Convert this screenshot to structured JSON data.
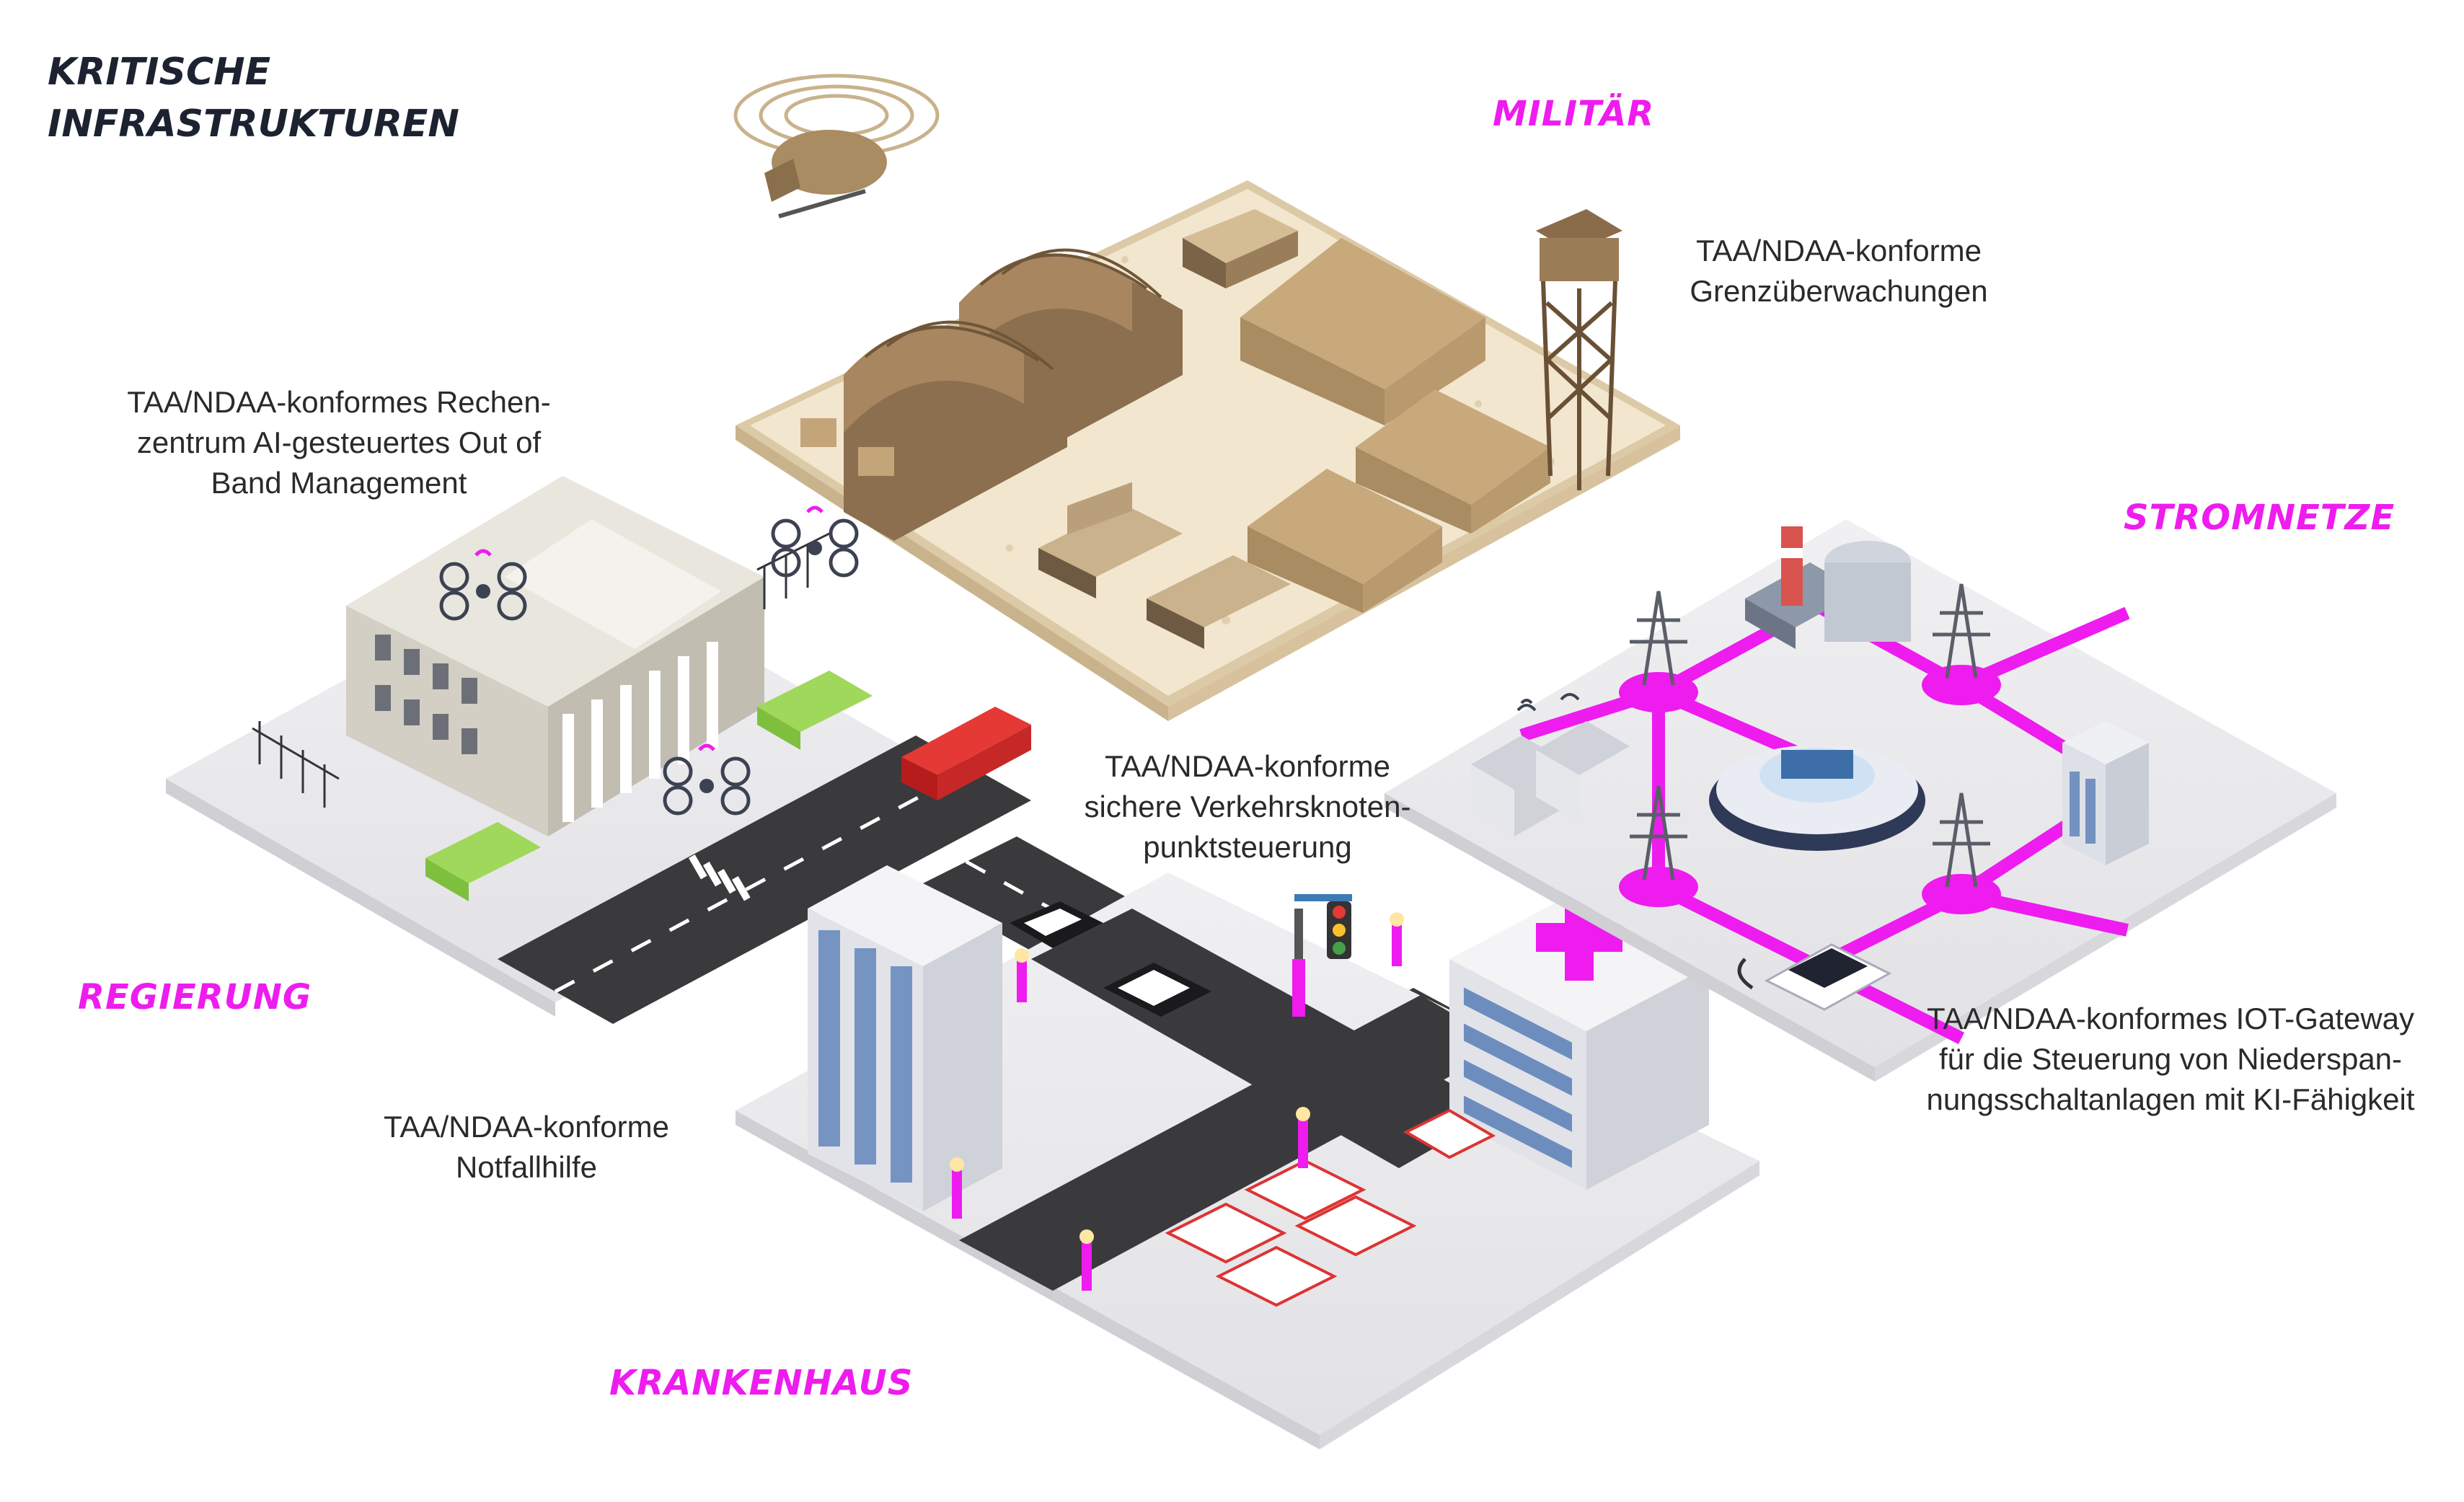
{
  "title": {
    "line1": "KRITISCHE",
    "line2": "INFRASTRUKTUREN"
  },
  "sections": {
    "military": "MILITÄR",
    "power": "STROMNETZE",
    "government": "REGIERUNG",
    "hospital": "KRANKENHAUS"
  },
  "captions": {
    "border": [
      "TAA/NDAA-konforme",
      "Grenzüberwachungen"
    ],
    "datacenter": [
      "TAA/NDAA-konformes Rechen-",
      "zentrum AI-gesteuertes Out of",
      "Band Management"
    ],
    "traffic": [
      "TAA/NDAA-konforme",
      "sichere Verkehrsknoten-",
      "punktsteuerung"
    ],
    "emergency": [
      "TAA/NDAA-konforme",
      "Notfallhilfe"
    ],
    "iot": [
      "TAA/NDAA-konformes IOT-Gateway",
      "für die Steuerung von Niederspan-",
      "nungsschaltanlagen mit KI-Fähigkeit"
    ]
  },
  "colors": {
    "accent": "#ee1cee",
    "title": "#1c2230",
    "ground": "#e9e9eb",
    "sand": "#f3e7d2",
    "tan": "#c8ad86",
    "road": "#3a3a3c",
    "hedge": "#9fd85a"
  },
  "icons": [
    "helicopter-icon",
    "drone-icon",
    "pylon-icon",
    "traffic-light-icon",
    "ambulance-icon",
    "police-car-icon",
    "fire-truck-icon",
    "electric-car-icon",
    "hospital-cross-icon",
    "wifi-icon"
  ]
}
